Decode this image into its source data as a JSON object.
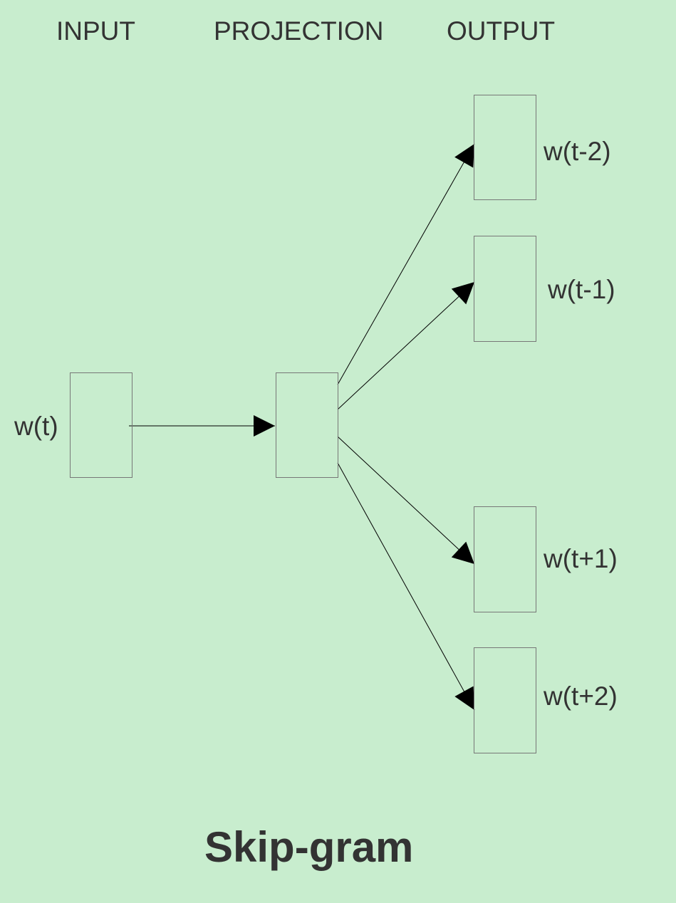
{
  "diagram": {
    "title": "Skip-gram",
    "background_color": "#c8edce",
    "headings": {
      "input": "INPUT",
      "projection": "PROJECTION",
      "output": "OUTPUT"
    },
    "nodes": {
      "input": {
        "label": "w(t)"
      },
      "projection": {
        "label": ""
      },
      "outputs": [
        {
          "label": "w(t-2)"
        },
        {
          "label": "w(t-1)"
        },
        {
          "label": "w(t+1)"
        },
        {
          "label": "w(t+2)"
        }
      ]
    },
    "edges": [
      {
        "from": "input",
        "to": "projection"
      },
      {
        "from": "projection",
        "to": "outputs.0"
      },
      {
        "from": "projection",
        "to": "outputs.1"
      },
      {
        "from": "projection",
        "to": "outputs.2"
      },
      {
        "from": "projection",
        "to": "outputs.3"
      }
    ]
  }
}
